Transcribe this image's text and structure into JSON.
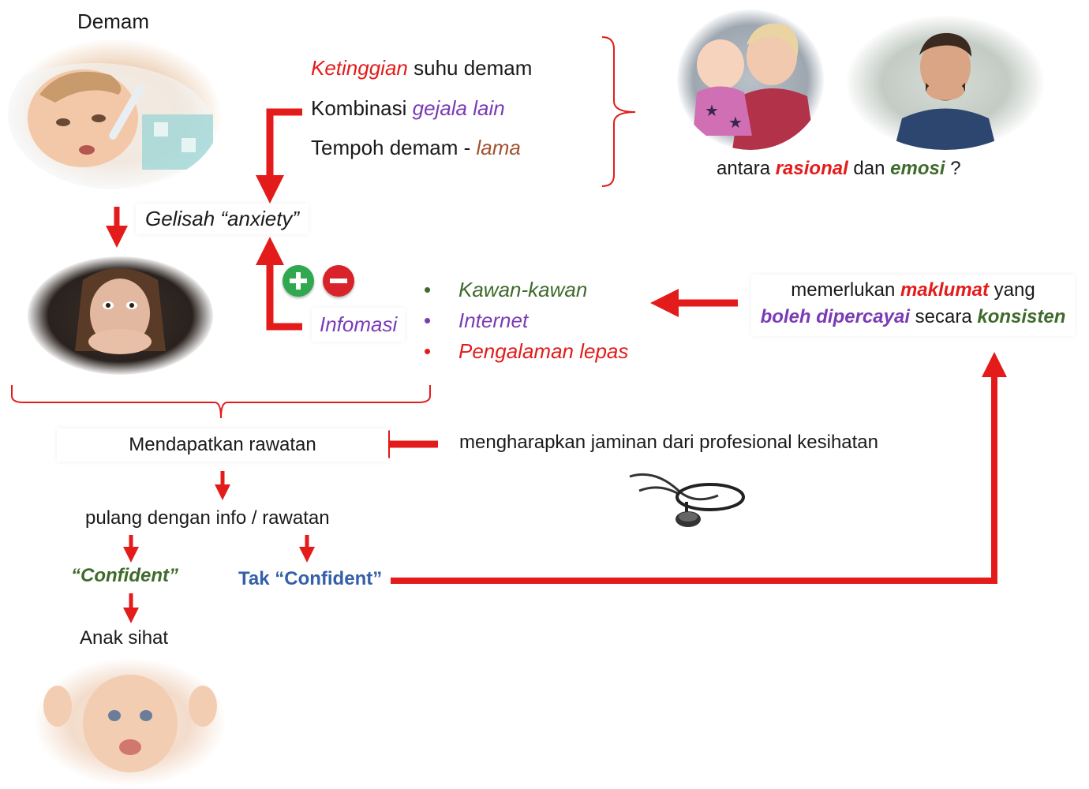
{
  "colors": {
    "red": "#e41b1b",
    "purple": "#7a3bb5",
    "brown": "#a0522d",
    "green": "#3e6b2b",
    "blue": "#3360a8",
    "plus_green": "#2fa84f",
    "minus_red": "#d9232a"
  },
  "labels": {
    "demam": "Demam",
    "gelisah": "Gelisah “anxiety”",
    "anak_sihat": "Anak sihat",
    "mendapatkan": "Mendapatkan rawatan",
    "pulang": "pulang dengan info / rawatan",
    "confident": "“Confident”",
    "tak_confident": "Tak “Confident”",
    "mengharapkan": "mengharapkan jaminan dari profesional kesihatan",
    "infomasi": "Infomasi"
  },
  "factors": {
    "line1_em": "Ketinggian",
    "line1_rest": " suhu demam",
    "line2_pre": "Kombinasi ",
    "line2_em": "gejala lain",
    "line3_pre": "Tempoh demam - ",
    "line3_em": "lama"
  },
  "antara": {
    "pre": "antara ",
    "rasional": "rasional",
    "mid": " dan ",
    "emosi": "emosi",
    "post": " ?"
  },
  "sources": [
    {
      "label": "Kawan-kawan",
      "bullet": "•"
    },
    {
      "label": "Internet",
      "bullet": "•"
    },
    {
      "label": "Pengalaman lepas",
      "bullet": "•"
    }
  ],
  "maklumat": {
    "pre": "memerlukan ",
    "maklumat": "maklumat",
    "yang": " yang",
    "boleh": "boleh dipercayai",
    "secara": " secara ",
    "konsisten": "konsisten"
  },
  "icons": {
    "plus": "plus-circle-icon",
    "minus": "minus-circle-icon",
    "stethoscope": "stethoscope-icon"
  }
}
